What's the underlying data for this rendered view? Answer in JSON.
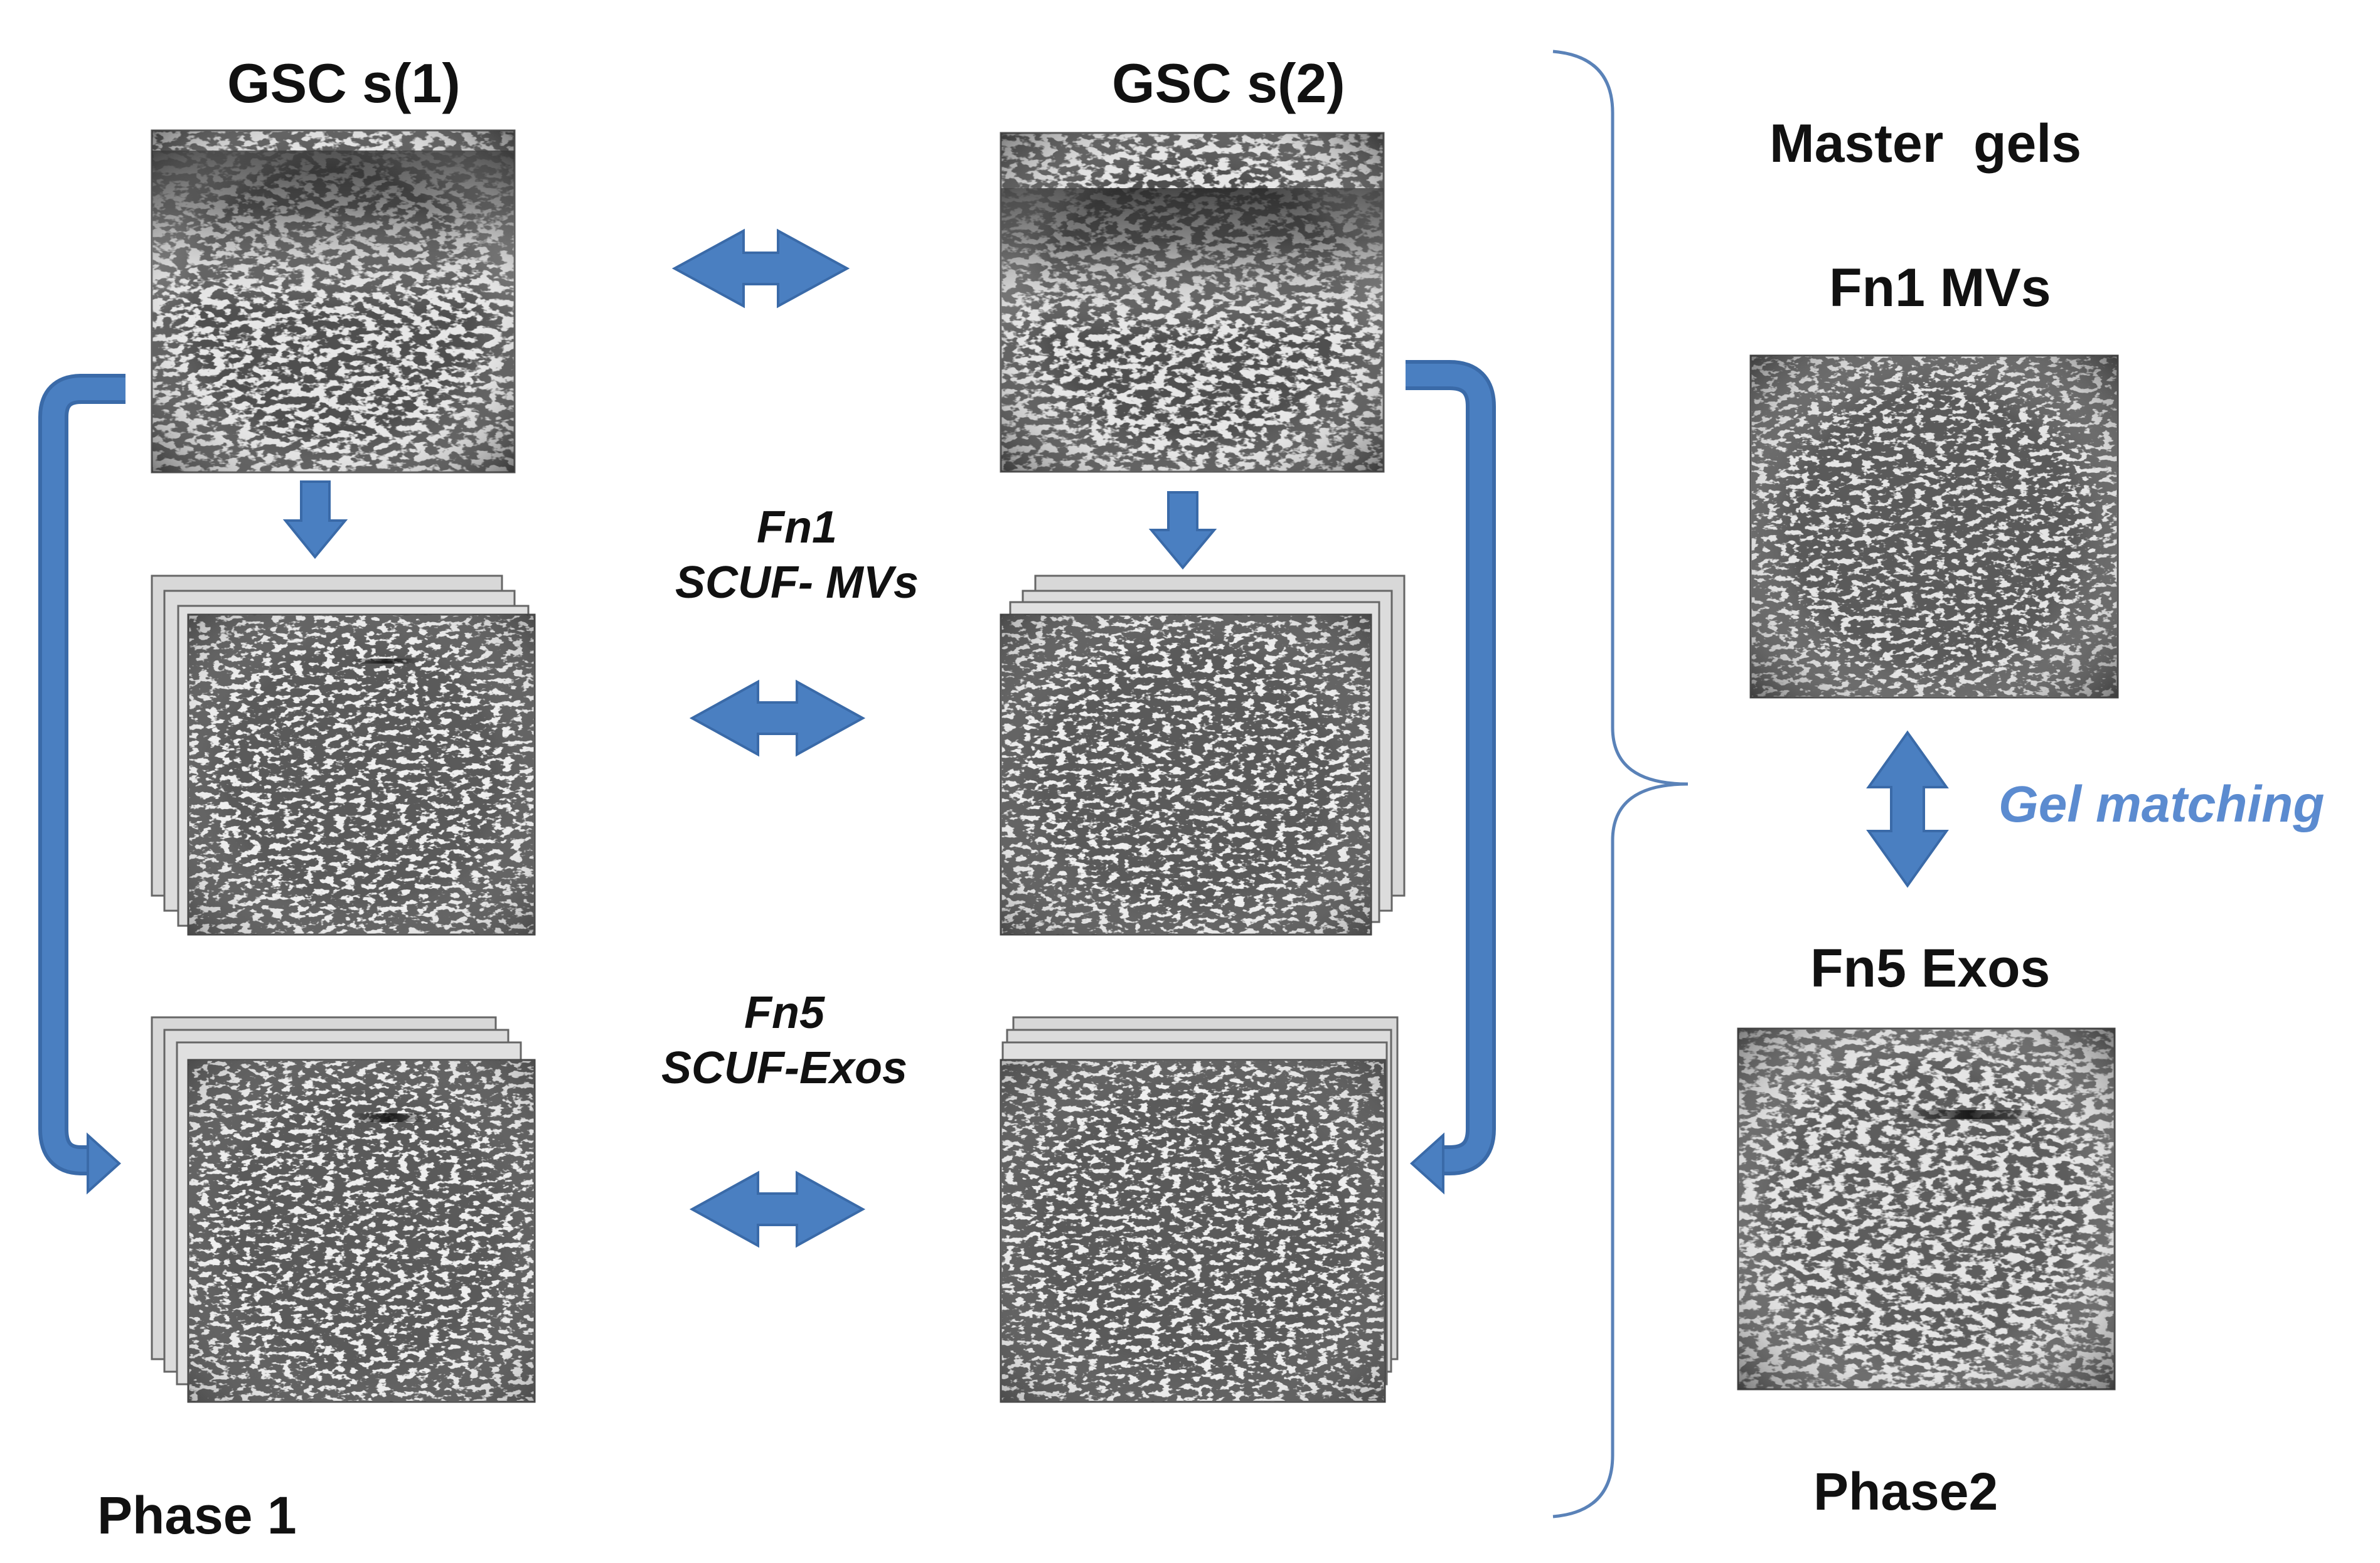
{
  "labels": {
    "gsc1": "GSC s(1)",
    "gsc2": "GSC s(2)",
    "fn1_line1": "Fn1",
    "fn1_line2": "SCUF- MVs",
    "fn5_line1": "Fn5",
    "fn5_line2": "SCUF-Exos",
    "phase1": "Phase 1",
    "phase2": "Phase2",
    "master_gels": "Master  gels",
    "fn1_mvs": "Fn1 MVs",
    "fn5_exos": "Fn5 Exos",
    "gel_matching": "Gel matching"
  },
  "colors": {
    "arrow_fill": "#4a7fc1",
    "arrow_stroke": "#3a6aa8",
    "brace": "#5a82b8",
    "label_text": "#111111",
    "gel_matching_text": "#5b8bd0"
  },
  "icons": {
    "double_arrow": "left-right-double-arrow",
    "down_arrow": "down-arrow",
    "vertical_double_arrow": "up-down-double-arrow",
    "curved_arrow": "curved-bracket-arrow",
    "brace": "right-curly-brace"
  }
}
